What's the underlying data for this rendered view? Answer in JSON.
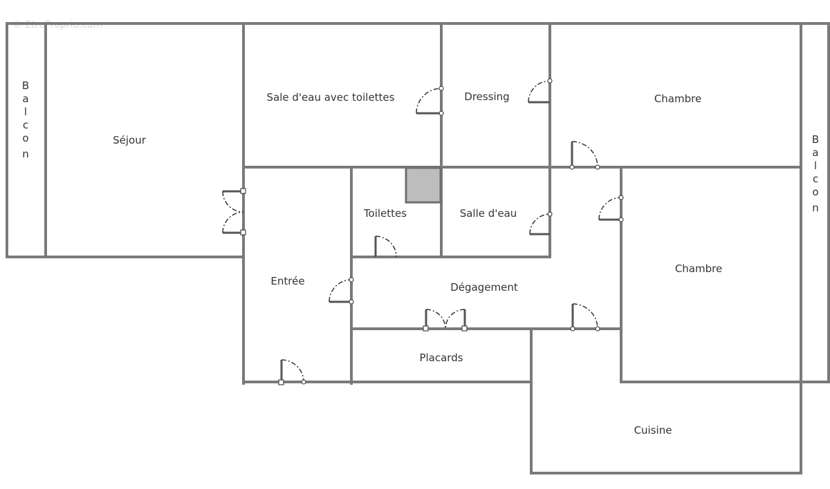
{
  "watermark": "© EtreProprio.com",
  "rooms": {
    "sejour": "Séjour",
    "sale_eau_toilettes": "Sale d'eau avec toilettes",
    "dressing": "Dressing",
    "chambre_1": "Chambre",
    "toilettes": "Toilettes",
    "salle_eau": "Salle d'eau",
    "chambre_2": "Chambre",
    "entree": "Entrée",
    "degagement": "Dégagement",
    "placards": "Placards",
    "cuisine": "Cuisine"
  },
  "balcony_left": [
    "B",
    "a",
    "l",
    "c",
    "o",
    "n"
  ],
  "balcony_right": [
    "B",
    "a",
    "l",
    "c",
    "o",
    "n"
  ],
  "colors": {
    "wall": "#7a7a7a",
    "shaft": "#bdbdbd"
  }
}
